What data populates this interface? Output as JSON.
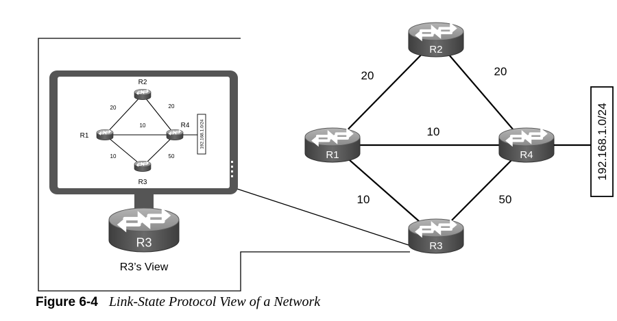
{
  "diagram": {
    "routers": [
      {
        "id": "R1",
        "label": "R1"
      },
      {
        "id": "R2",
        "label": "R2"
      },
      {
        "id": "R3",
        "label": "R3"
      },
      {
        "id": "R4",
        "label": "R4"
      }
    ],
    "links": [
      {
        "from": "R1",
        "to": "R2",
        "cost": "20"
      },
      {
        "from": "R2",
        "to": "R4",
        "cost": "20"
      },
      {
        "from": "R1",
        "to": "R4",
        "cost": "10"
      },
      {
        "from": "R1",
        "to": "R3",
        "cost": "10"
      },
      {
        "from": "R3",
        "to": "R4",
        "cost": "50"
      }
    ],
    "network_label": "192.168.1.0/24"
  },
  "view": {
    "router_label": "R3",
    "caption": "R3’s View"
  },
  "figure": {
    "number": "Figure 6-4",
    "title": "Link-State Protocol View of a Network"
  },
  "colors": {
    "router_body": "#545454",
    "router_top": "#9a9a9a",
    "monitor_frame": "#555555",
    "lines": "#000000"
  }
}
